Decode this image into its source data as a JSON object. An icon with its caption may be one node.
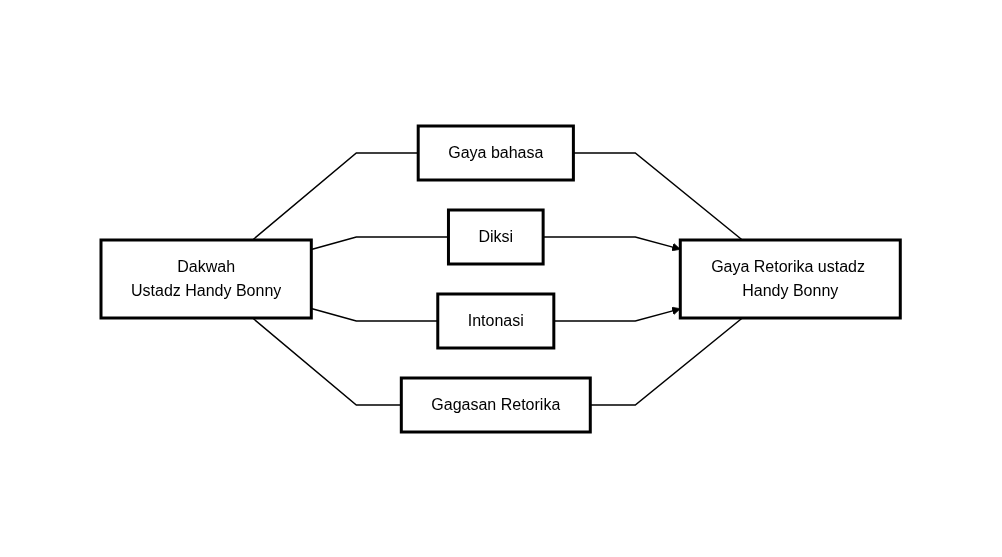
{
  "diagram": {
    "nodes": [
      {
        "text": [
          "Dakwah",
          "Ustadz Handy Bonny"
        ]
      },
      {
        "text": [
          "Gaya bahasa"
        ]
      },
      {
        "text": [
          "Diksi"
        ]
      },
      {
        "text": [
          "Intonasi"
        ]
      },
      {
        "text": [
          "Gagasan Retorika"
        ]
      },
      {
        "text": [
          "Gaya Retorika ustadz Handy Bonny"
        ]
      }
    ],
    "edges": [
      {
        "from": 0,
        "to": 1,
        "arrow": "none"
      },
      {
        "from": 0,
        "to": 2,
        "arrow": "none"
      },
      {
        "from": 0,
        "to": 3,
        "arrow": "none"
      },
      {
        "from": 0,
        "to": 4,
        "arrow": "none"
      },
      {
        "from": 1,
        "to": 5,
        "arrow": "none"
      },
      {
        "from": 2,
        "to": 5,
        "arrow": "to"
      },
      {
        "from": 3,
        "to": 5,
        "arrow": "to"
      },
      {
        "from": 4,
        "to": 5,
        "arrow": "none"
      }
    ]
  }
}
